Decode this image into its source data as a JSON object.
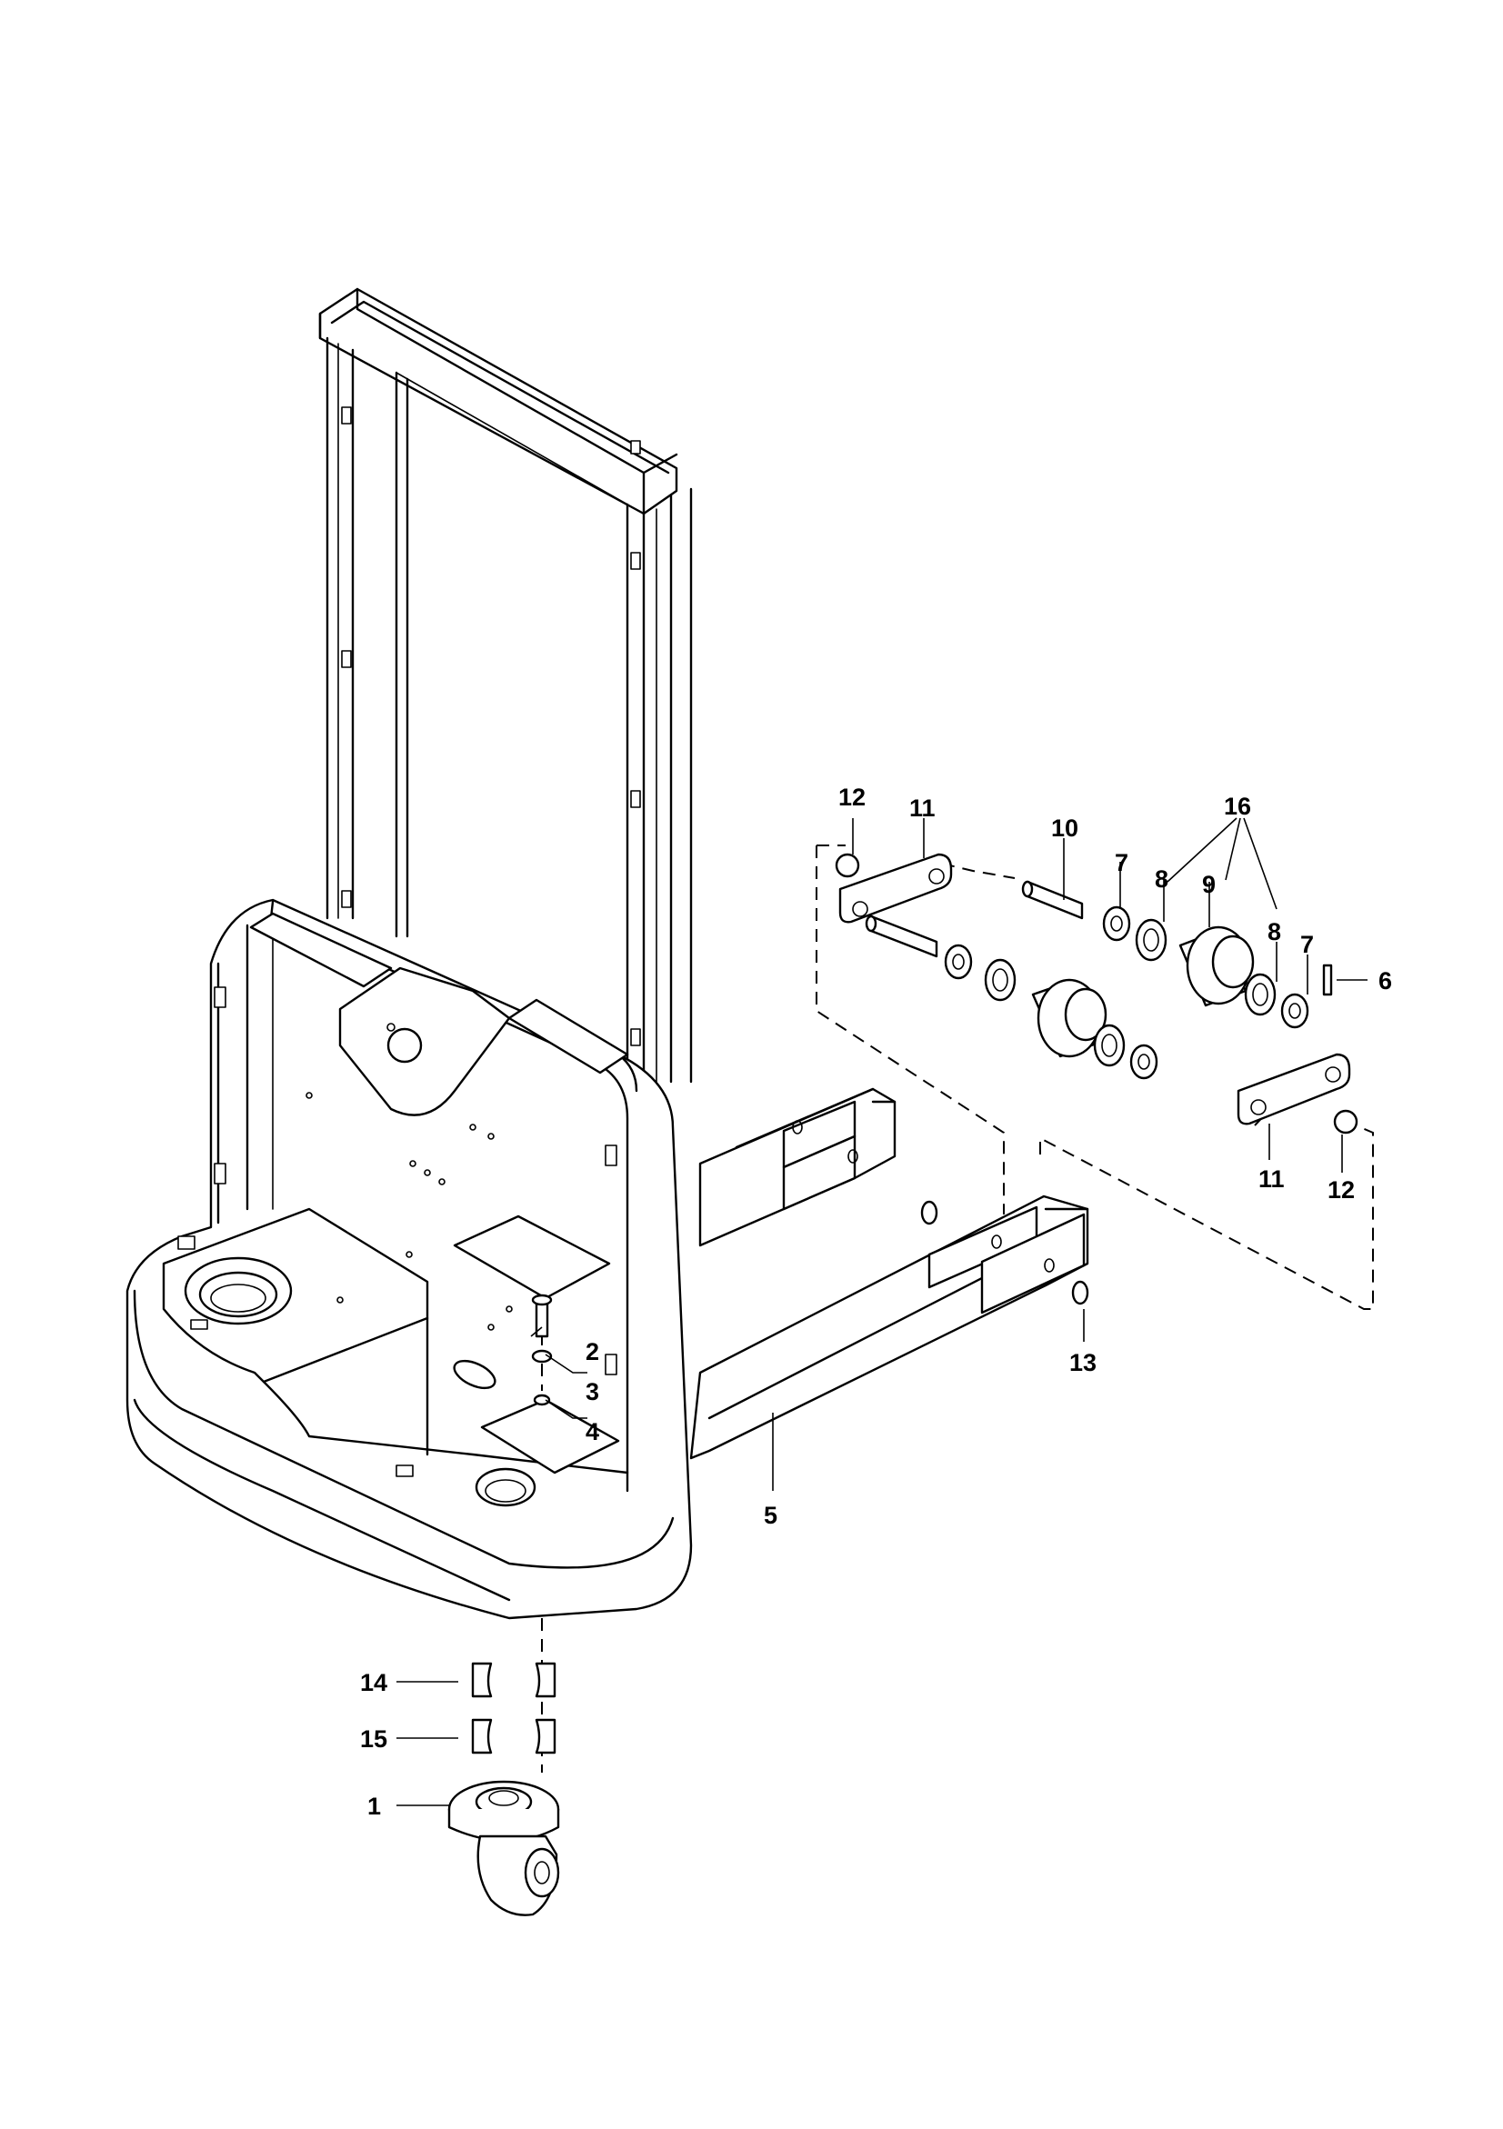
{
  "diagram": {
    "callouts": [
      {
        "id": "c1",
        "label": "1"
      },
      {
        "id": "c2",
        "label": "2"
      },
      {
        "id": "c3",
        "label": "3"
      },
      {
        "id": "c4",
        "label": "4"
      },
      {
        "id": "c5",
        "label": "5"
      },
      {
        "id": "c6",
        "label": "6"
      },
      {
        "id": "c7a",
        "label": "7"
      },
      {
        "id": "c7b",
        "label": "7"
      },
      {
        "id": "c8a",
        "label": "8"
      },
      {
        "id": "c8b",
        "label": "8"
      },
      {
        "id": "c9",
        "label": "9"
      },
      {
        "id": "c10",
        "label": "10"
      },
      {
        "id": "c11a",
        "label": "11"
      },
      {
        "id": "c11b",
        "label": "11"
      },
      {
        "id": "c12a",
        "label": "12"
      },
      {
        "id": "c12b",
        "label": "12"
      },
      {
        "id": "c13",
        "label": "13"
      },
      {
        "id": "c14",
        "label": "14"
      },
      {
        "id": "c15",
        "label": "15"
      },
      {
        "id": "c16",
        "label": "16"
      }
    ]
  }
}
